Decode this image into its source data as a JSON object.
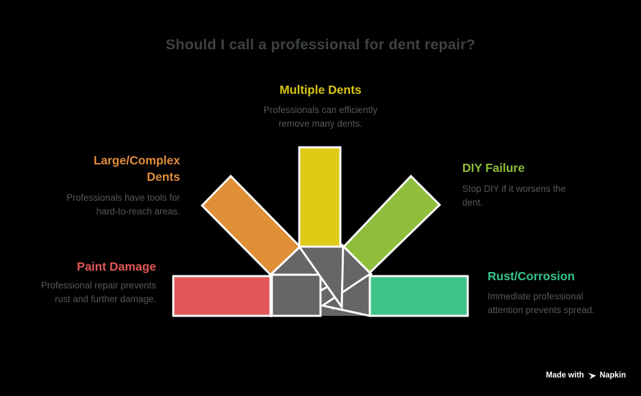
{
  "title": "Should I call a professional for dent repair?",
  "colors": {
    "title_text": "#3e4245",
    "body_text": "#54585b",
    "shape_yellow": "#dfca16",
    "shape_orange": "#df8f35",
    "shape_red": "#e25858",
    "shape_green": "#8ebe3c",
    "shape_teal": "#3ec489",
    "shape_gray": "#666666",
    "shape_stroke": "#ffffff",
    "heading_yellow": "#d9c412",
    "heading_orange": "#e08c3a",
    "heading_red": "#e35757",
    "heading_green": "#8cbd3a",
    "heading_teal": "#36c28a",
    "watermark_text": "#ffffff"
  },
  "sections": {
    "multiple_dents": {
      "heading": "Multiple Dents",
      "description": "Professionals can efficiently remove many dents."
    },
    "large_complex": {
      "heading": "Large/Complex Dents",
      "description": "Professionals have tools for hard-to-reach areas."
    },
    "diy_failure": {
      "heading": "DIY Failure",
      "description": "Stop DIY if it worsens the dent."
    },
    "paint_damage": {
      "heading": "Paint Damage",
      "description": "Professional repair prevents rust and further damage."
    },
    "rust_corrosion": {
      "heading": "Rust/Corrosion",
      "description": "Immediate professional attention prevents spread."
    }
  },
  "watermark": {
    "made_with": "Made with",
    "brand": "Napkin",
    "icon": "napkin-logo-icon"
  }
}
